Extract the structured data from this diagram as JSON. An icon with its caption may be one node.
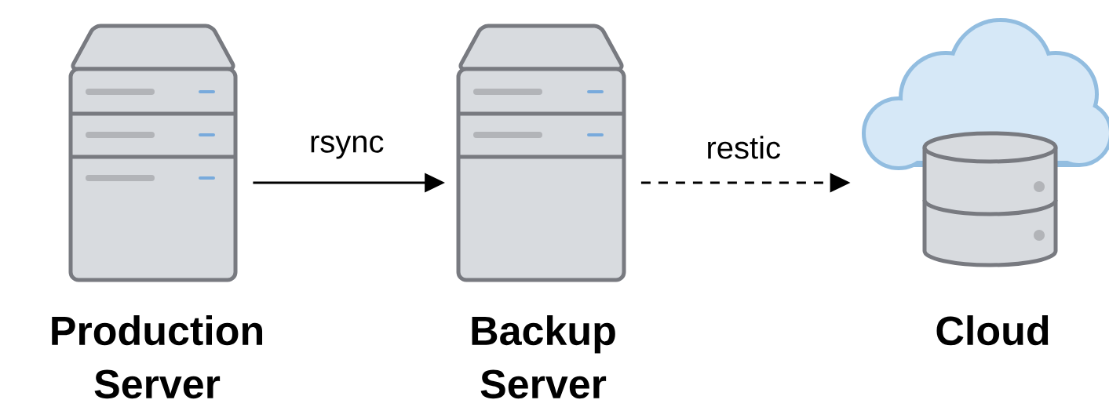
{
  "diagram": {
    "nodes": [
      {
        "text": [
          "Production Server"
        ]
      },
      {
        "text": [
          "Backup Server"
        ]
      },
      {
        "text": [
          "Cloud"
        ]
      }
    ],
    "edges": [
      {
        "from": 0,
        "to": 1,
        "arrow": "to",
        "label": "rsync"
      },
      {
        "from": 1,
        "to": 2,
        "arrow": "to",
        "label": "restic",
        "style": "dashed"
      }
    ]
  }
}
